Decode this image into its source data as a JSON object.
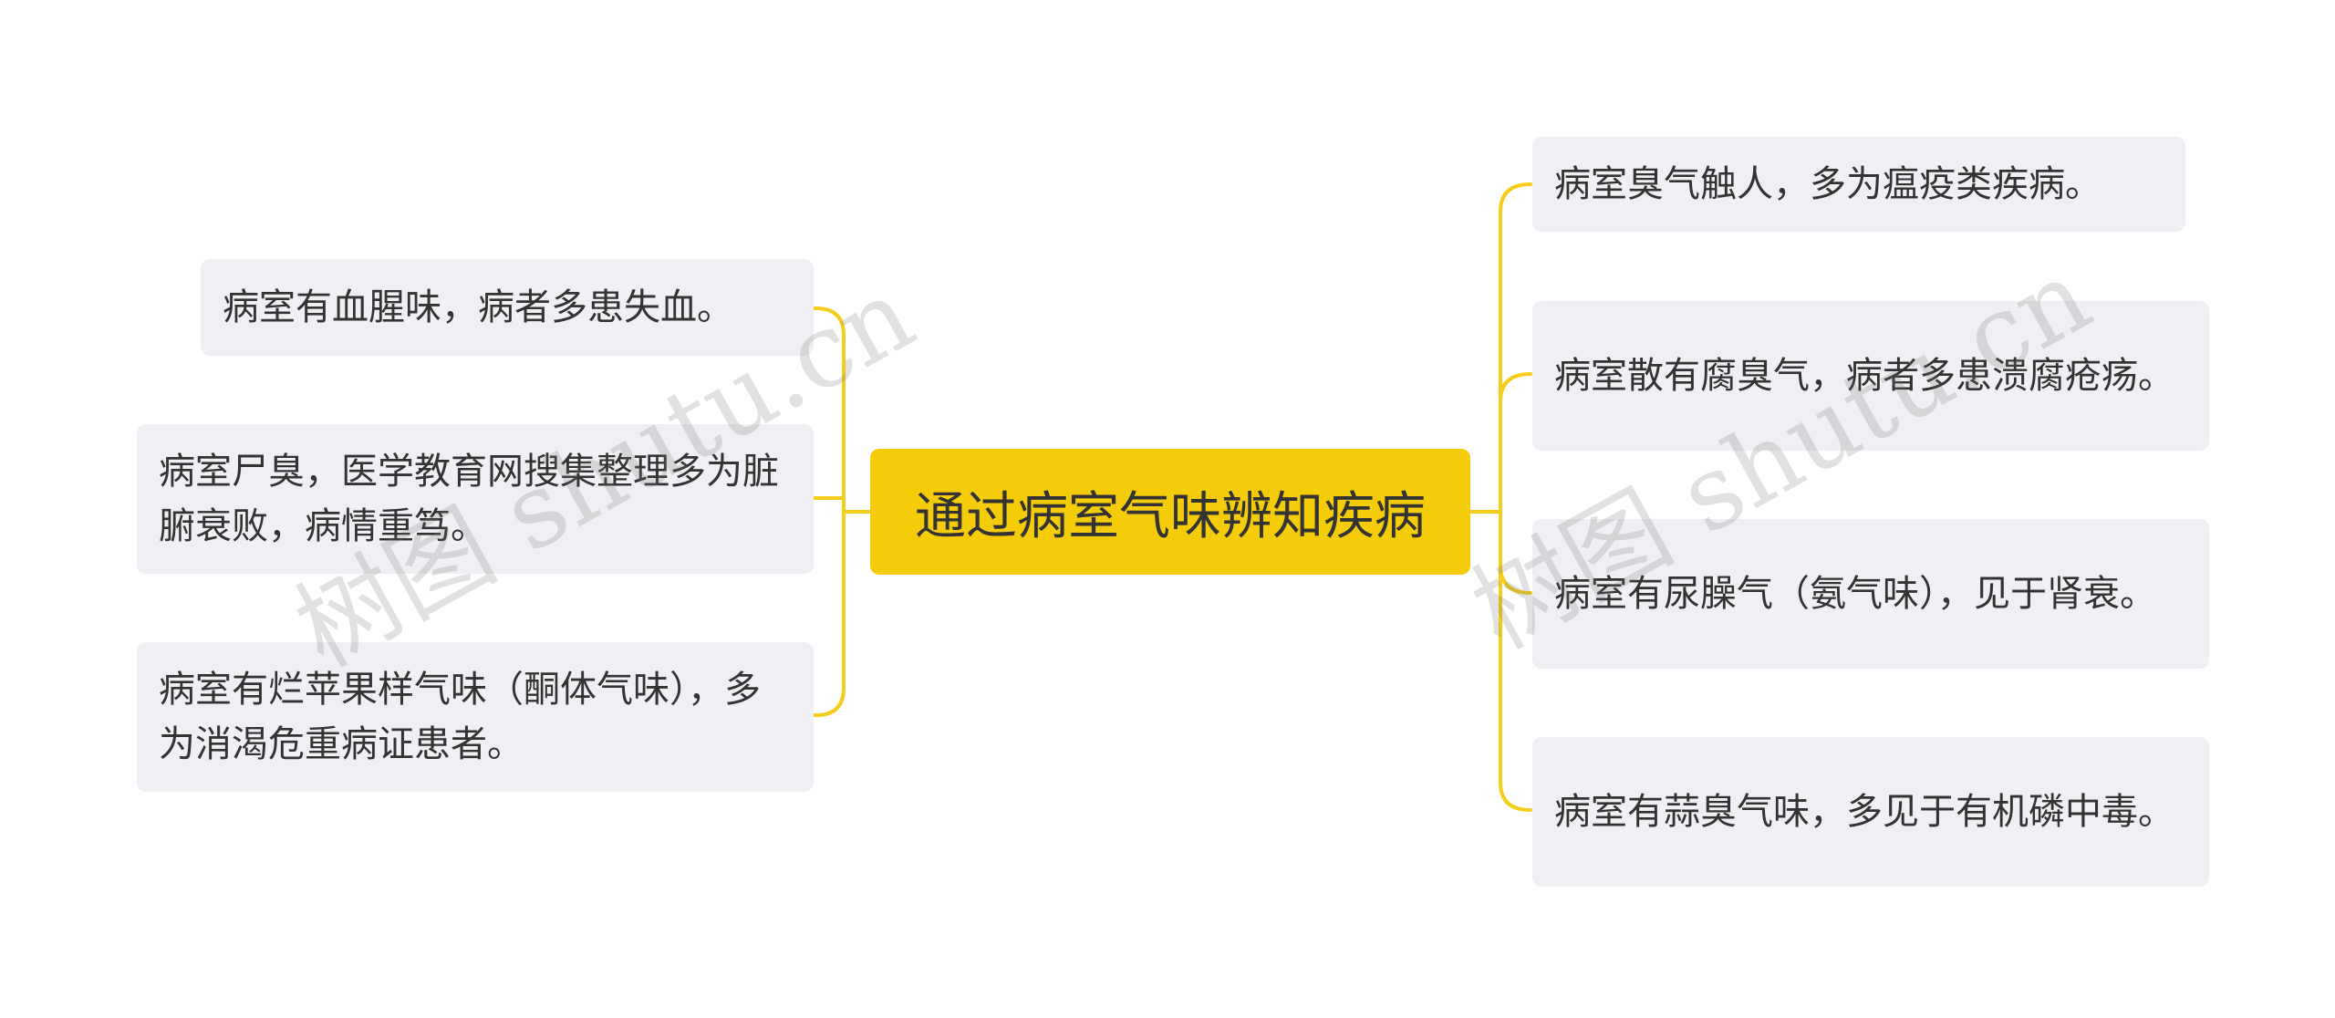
{
  "root": {
    "title": "通过病室气味辨知疾病"
  },
  "left_branches": [
    {
      "text": "病室有血腥味，病者多患失血。"
    },
    {
      "text": "病室尸臭，医学教育网搜集整理多为脏腑衰败，病情重笃。"
    },
    {
      "text": "病室有烂苹果样气味（酮体气味），多为消渴危重病证患者。"
    }
  ],
  "right_branches": [
    {
      "text": "病室臭气触人，多为瘟疫类疾病。"
    },
    {
      "text": "病室散有腐臭气，病者多患溃腐疮疡。"
    },
    {
      "text": "病室有尿臊气（氨气味），见于肾衰。"
    },
    {
      "text": "病室有蒜臭气味，多见于有机磷中毒。"
    }
  ],
  "watermarks": [
    {
      "text": "树图 shutu.cn"
    },
    {
      "text": "树图 shutu.cn"
    }
  ],
  "colors": {
    "root_fill": "#f5cc0a",
    "connector": "#f5cd1c",
    "leaf_fill": "#eef0f3",
    "text": "#333333"
  }
}
